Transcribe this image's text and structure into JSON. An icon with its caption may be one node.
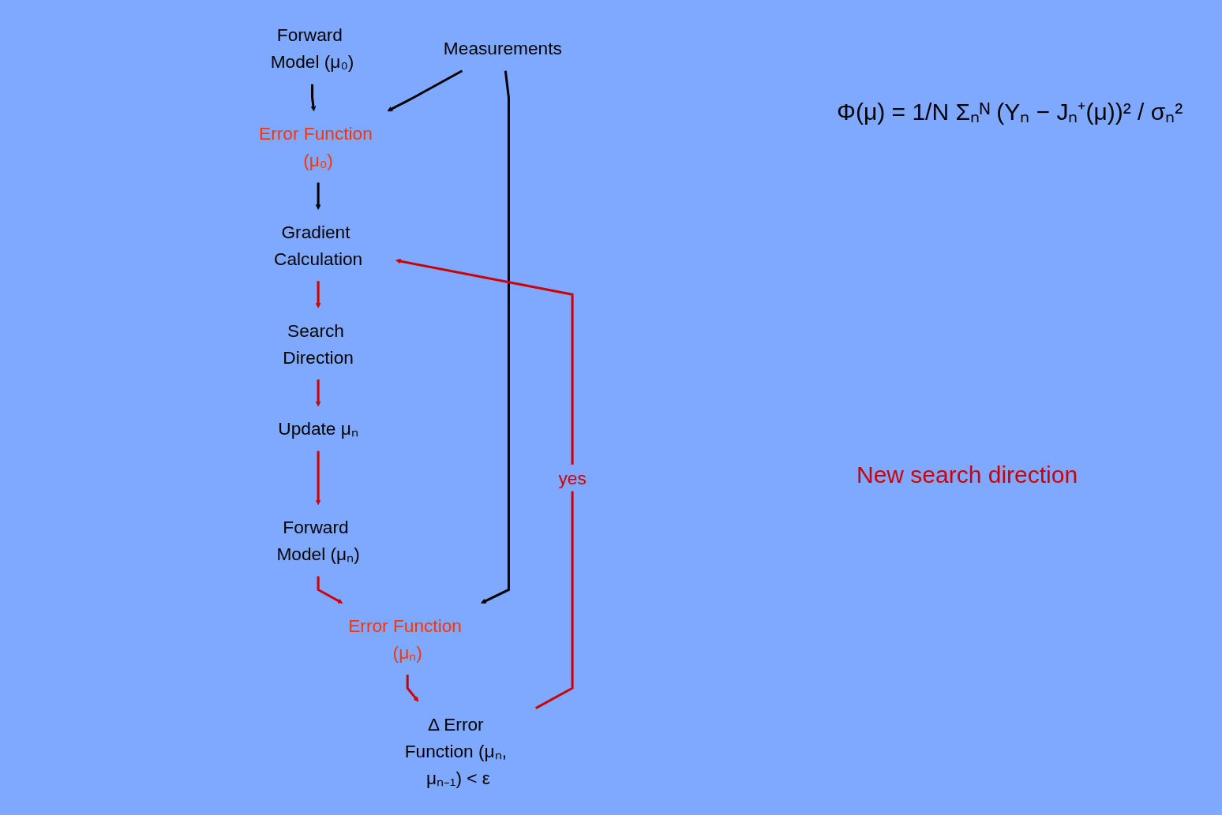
{
  "diagram": {
    "nodes": [
      {
        "text": [
          "Forward Model (μ₀)"
        ]
      },
      {
        "text": [
          "Measurements"
        ]
      },
      {
        "text": [
          "Error Function (μ₀)"
        ]
      },
      {
        "text": [
          "Gradient Calculation"
        ]
      },
      {
        "text": [
          "Search Direction"
        ]
      },
      {
        "text": [
          "Update μₙ"
        ]
      },
      {
        "text": [
          "Forward Model (μₙ)"
        ]
      },
      {
        "text": [
          "Error Function (μₙ)"
        ]
      },
      {
        "text": [
          "Δ Error Function (μₙ, μₙ₋₁) < ε"
        ]
      }
    ],
    "edges": [
      {
        "from": 0,
        "to": 2,
        "arrow": "to",
        "color": "#000000"
      },
      {
        "from": 1,
        "to": 2,
        "arrow": "to",
        "color": "#000000"
      },
      {
        "from": 2,
        "to": 3,
        "arrow": "to",
        "color": "#000000"
      },
      {
        "from": 3,
        "to": 4,
        "arrow": "to"
      },
      {
        "from": 4,
        "to": 5,
        "arrow": "to"
      },
      {
        "from": 5,
        "to": 6,
        "arrow": "to"
      },
      {
        "from": 6,
        "to": 7,
        "arrow": "to"
      },
      {
        "from": 1,
        "to": 7,
        "arrow": "to",
        "color": "#000000"
      },
      {
        "from": 7,
        "to": 8,
        "arrow": "to"
      },
      {
        "from": 8,
        "to": 3,
        "arrow": "to",
        "label": "yes"
      }
    ],
    "labels": [
      "Φ(μ) = 1/N Σₙᴺ (Yₙ − Jₙ⁺(μ))² / σₙ²",
      "New search direction"
    ]
  }
}
